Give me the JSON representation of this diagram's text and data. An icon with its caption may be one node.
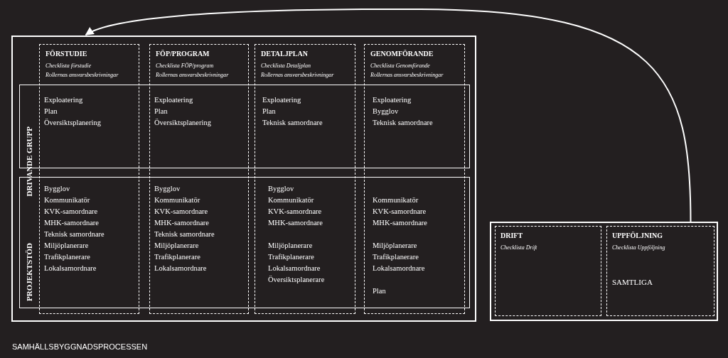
{
  "diagram": {
    "caption": "SAMHÄLLSBYGGNADSPROCESSEN",
    "nodes": [
      {
        "text": [],
        "shape": "box"
      },
      {
        "text": [
          "FÖRSTUDIE",
          "Checklista förstudie",
          "Rollernas ansvarsbeskrivningar"
        ],
        "in": 0
      },
      {
        "text": [
          "FÖP/PROGRAM",
          "Checklista FÖP/program",
          "Rollernas ansvarsbeskrivningar"
        ],
        "in": 0
      },
      {
        "text": [
          "DETALJPLAN",
          "Checklista Detaljplan",
          "Rollernas ansvarsbeskrivningar"
        ],
        "in": 0
      },
      {
        "text": [
          "GENOMFÖRANDE",
          "Checklista Genomförande",
          "Rollernas ansvarsbeskrivningar"
        ],
        "in": 0
      },
      {
        "text": [
          "DRIVANDE GRUPP"
        ],
        "in": 0
      },
      {
        "text": [
          "PROJEKTSTÖD"
        ],
        "in": 0
      },
      {
        "text": [],
        "shape": "box"
      },
      {
        "text": [
          "DRIFT",
          "Checklista Drift"
        ],
        "in": 7
      },
      {
        "text": [
          "UPPFÖLJNING",
          "Checklista Uppföljning",
          "SAMTLIGA"
        ],
        "in": 7
      }
    ],
    "edges": [
      {
        "from": 7,
        "to": 0,
        "arrow": "to"
      }
    ],
    "labels": [
      "Exploatering",
      "Plan",
      "Översiktsplanering",
      "Exploatering",
      "Plan",
      "Översiktsplanering",
      "Exploatering",
      "Plan",
      "Teknisk samordnare",
      "Exploatering",
      "Bygglov",
      "Teknisk samordnare",
      "Bygglov",
      "Kommunikatör",
      "KVK-samordnare",
      "MHK-samordnare",
      "Teknisk samordnare",
      "Miljöplanerare",
      "Trafikplanerare",
      "Lokalsamordnare",
      "Bygglov",
      "Kommunikatör",
      "KVK-samordnare",
      "MHK-samordnare",
      "Teknisk samordnare",
      "Miljöplanerare",
      "Trafikplanerare",
      "Lokalsamordnare",
      "Bygglov",
      "Kommunikatör",
      "KVK-samordnare",
      "MHK-samordnare",
      "Miljöplanerare",
      "Trafikplanerare",
      "Lokalsamordnare",
      "Översiktsplanerare",
      "Kommunikatör",
      "KVK-samordnare",
      "MHK-samordnare",
      "Miljöplanerare",
      "Trafikplanerare",
      "Lokalsamordnare",
      "Plan"
    ]
  }
}
